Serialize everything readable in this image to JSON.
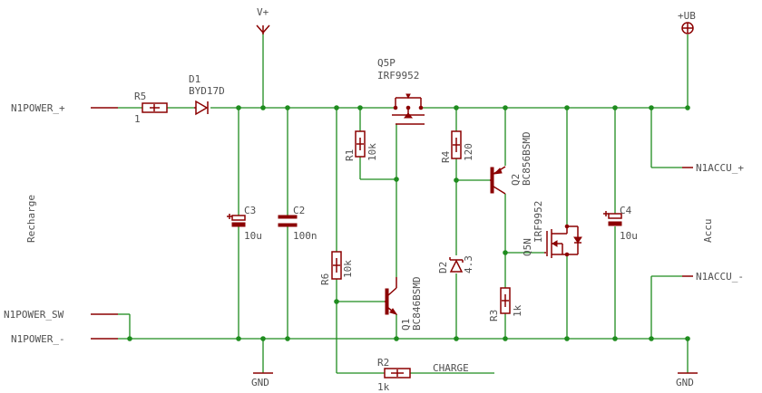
{
  "nets": {
    "n1power_plus": "N1POWER_+",
    "n1power_sw": "N1POWER_SW",
    "n1power_minus": "N1POWER_-",
    "n1accu_plus": "N1ACCU_+",
    "n1accu_minus": "N1ACCU_-",
    "v_plus": "V+",
    "plus_ub": "+UB",
    "gnd_left": "GND",
    "gnd_right": "GND",
    "charge": "CHARGE"
  },
  "section_labels": {
    "recharge": "Recharge",
    "accu": "Accu"
  },
  "components": {
    "r5": {
      "name": "R5",
      "value": "1"
    },
    "d1": {
      "name": "D1",
      "value": "BYD17D"
    },
    "c3": {
      "name": "C3",
      "value": "10u"
    },
    "c2": {
      "name": "C2",
      "value": "100n"
    },
    "q5": {
      "name": "Q5P",
      "value": "IRF9952"
    },
    "r1": {
      "name": "R1",
      "value": "10k"
    },
    "r6": {
      "name": "R6",
      "value": "10k"
    },
    "q1": {
      "name": "Q1",
      "value": "BC846BSMD"
    },
    "r4": {
      "name": "R4",
      "value": "120"
    },
    "d2": {
      "name": "D2",
      "value": "4.3"
    },
    "q2": {
      "name": "Q2",
      "value": "BC856BSMD"
    },
    "q5n": {
      "name": "Q5N",
      "value": "IRF9952"
    },
    "r3": {
      "name": "R3",
      "value": "1k"
    },
    "c4": {
      "name": "C4",
      "value": "10u"
    },
    "r2": {
      "name": "R2",
      "value": "1k"
    }
  },
  "colors": {
    "wire": "#1e8c1e",
    "component": "#8b0000",
    "text": "#505050"
  }
}
